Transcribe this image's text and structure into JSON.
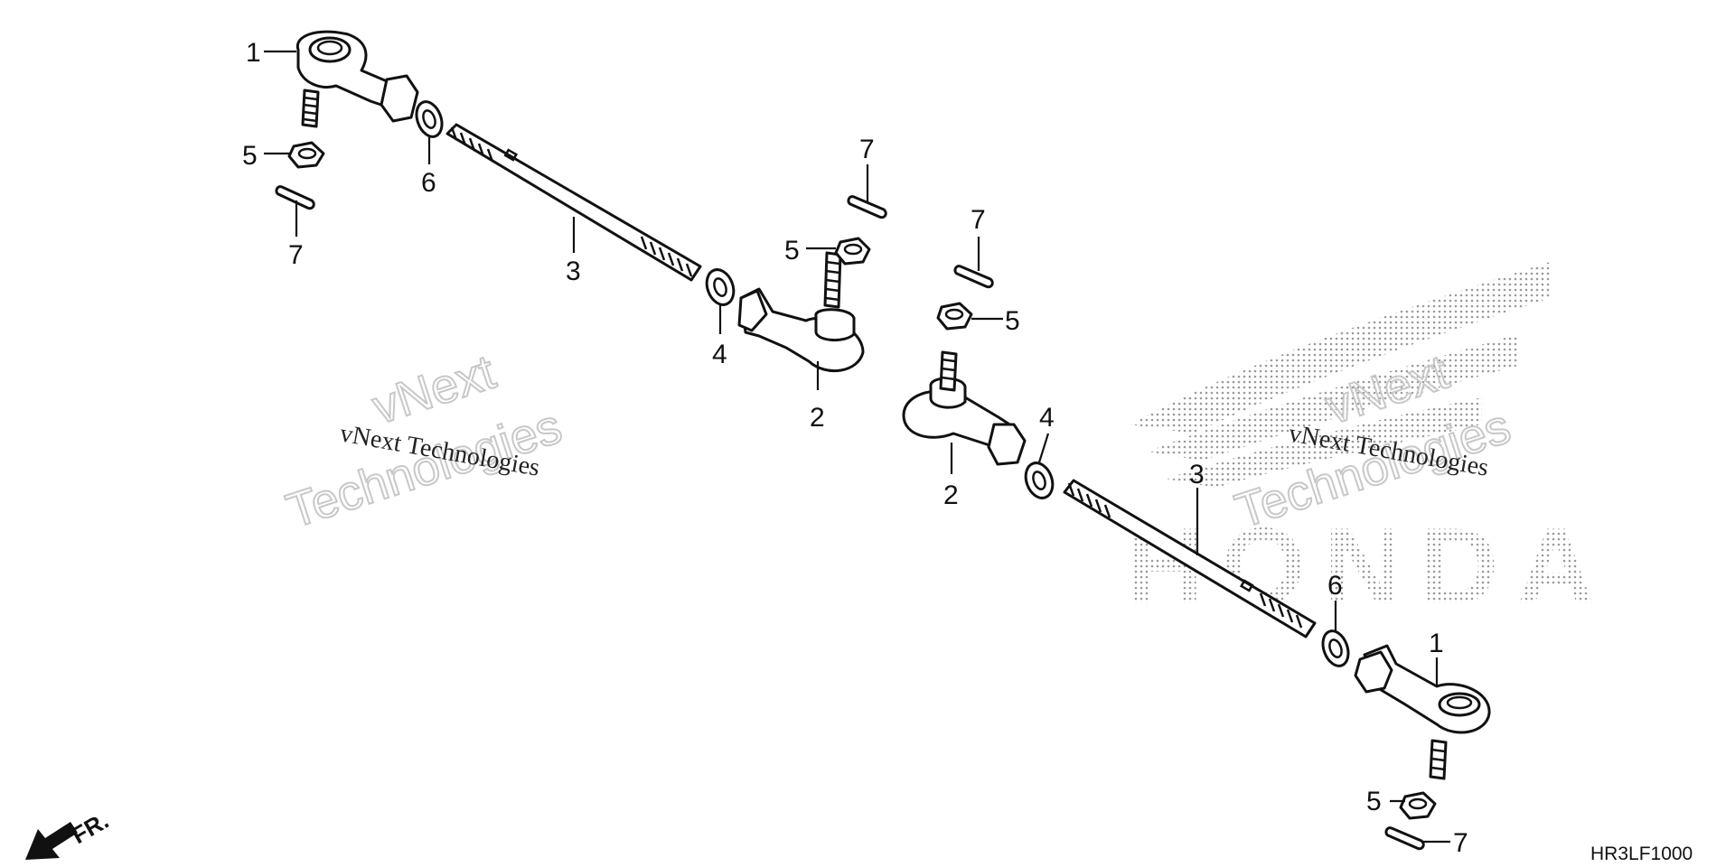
{
  "diagram": {
    "code": "HR3LF1000",
    "front_label": "FR.",
    "watermark": {
      "line1": "vNext Technologies",
      "big1": "vNext",
      "big2": "Technologies"
    },
    "brand_text": "HONDA",
    "callouts": {
      "c1a": "1",
      "c1b": "1",
      "c2a": "2",
      "c2b": "2",
      "c3a": "3",
      "c3b": "3",
      "c4a": "4",
      "c4b": "4",
      "c5a": "5",
      "c5b": "5",
      "c5c": "5",
      "c5d": "5",
      "c6a": "6",
      "c6b": "6",
      "c7a": "7",
      "c7b": "7",
      "c7c": "7",
      "c7d": "7"
    }
  }
}
